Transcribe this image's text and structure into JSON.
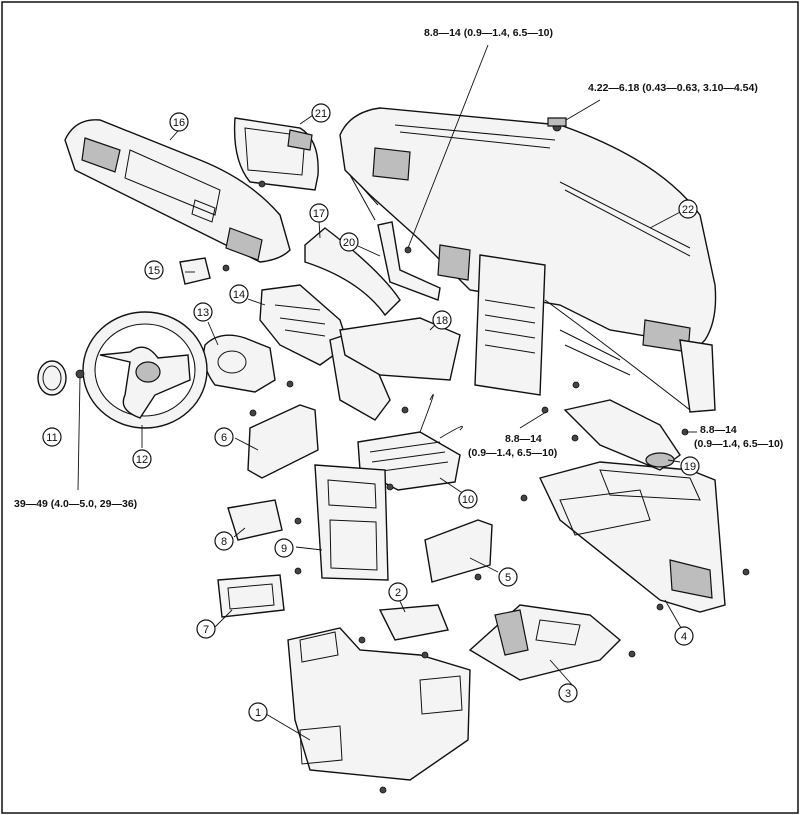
{
  "torque_specs": [
    {
      "id": "t1",
      "text": "8.8—14 (0.9—1.4, 6.5—10)"
    },
    {
      "id": "t2",
      "text": "4.22—6.18 (0.43—0.63, 3.10—4.54)"
    },
    {
      "id": "t3a",
      "text": "8.8—14"
    },
    {
      "id": "t3b",
      "text": "(0.9—1.4, 6.5—10)"
    },
    {
      "id": "t4a",
      "text": "8.8—14"
    },
    {
      "id": "t4b",
      "text": "(0.9—1.4, 6.5—10)"
    },
    {
      "id": "t5",
      "text": "39—49 (4.0—5.0, 29—36)"
    }
  ],
  "callouts": [
    {
      "num": "1"
    },
    {
      "num": "2"
    },
    {
      "num": "3"
    },
    {
      "num": "4"
    },
    {
      "num": "5"
    },
    {
      "num": "6"
    },
    {
      "num": "7"
    },
    {
      "num": "8"
    },
    {
      "num": "9"
    },
    {
      "num": "10"
    },
    {
      "num": "11"
    },
    {
      "num": "12"
    },
    {
      "num": "13"
    },
    {
      "num": "14"
    },
    {
      "num": "15"
    },
    {
      "num": "16"
    },
    {
      "num": "17"
    },
    {
      "num": "18"
    },
    {
      "num": "19"
    },
    {
      "num": "20"
    },
    {
      "num": "21"
    },
    {
      "num": "22"
    }
  ]
}
